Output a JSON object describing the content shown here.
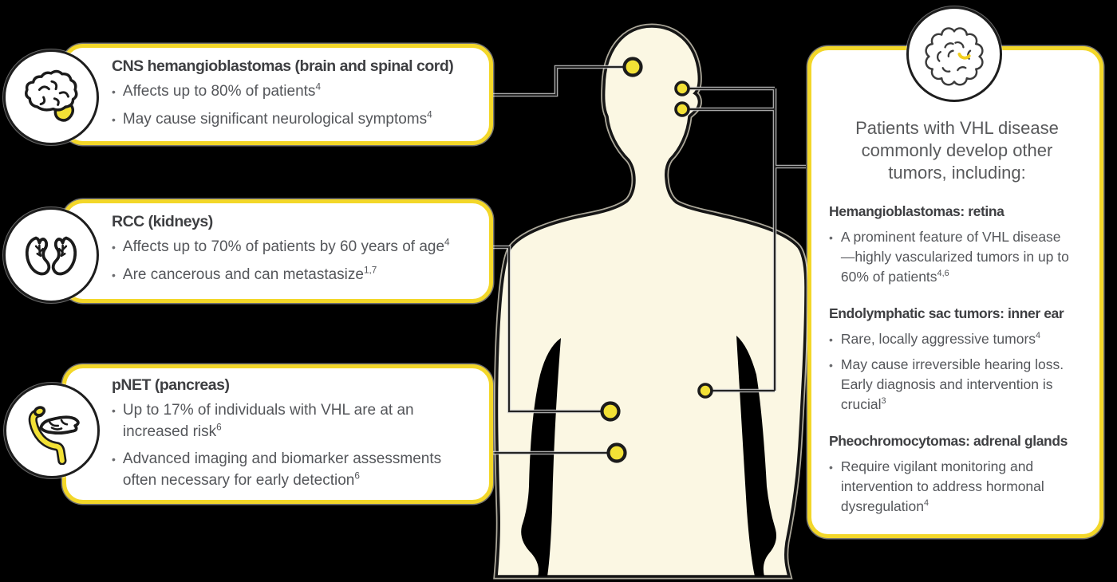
{
  "ui": {
    "bullet_glyph": "•"
  },
  "palette": {
    "yellow_border": "#F3D729",
    "marker_yellow": "#F2E136",
    "body_fill": "#FBF7E3",
    "title_color": "#3E3F42",
    "text_color": "#54565A",
    "heading_color": "#58595B",
    "line_color": "#2A2A2B",
    "background": "#000000"
  },
  "callouts": [
    {
      "id": "cns",
      "icon": "brain-icon",
      "title": "CNS hemangioblastomas (brain and spinal cord)",
      "bullets": [
        {
          "text": "Affects up to 80% of patients",
          "sup": "4"
        },
        {
          "text": "May cause significant neurological symptoms",
          "sup": "4"
        }
      ]
    },
    {
      "id": "rcc",
      "icon": "kidneys-icon",
      "title": "RCC (kidneys)",
      "bullets": [
        {
          "text": "Affects up to 70% of patients by 60 years of age",
          "sup": "4"
        },
        {
          "text": "Are cancerous and can metastasize",
          "sup": "1,7"
        }
      ]
    },
    {
      "id": "pnet",
      "icon": "pancreas-icon",
      "title": "pNET (pancreas)",
      "bullets": [
        {
          "text": "Up to 17% of individuals with VHL are at an increased risk",
          "sup": "6"
        },
        {
          "text": "Advanced imaging and biomarker assessments often necessary for early detection",
          "sup": "6"
        }
      ]
    }
  ],
  "side_panel": {
    "icon": "tumor-icon",
    "heading": "Patients with VHL disease commonly develop other tumors, including:",
    "sections": [
      {
        "title": "Hemangioblastomas: retina",
        "bullets": [
          {
            "text": "A prominent feature of VHL disease—highly vascularized tumors in up to 60% of patients",
            "sup": "4,6"
          }
        ]
      },
      {
        "title": "Endolymphatic sac tumors: inner ear",
        "bullets": [
          {
            "text": "Rare, locally aggressive tumors",
            "sup": "4"
          },
          {
            "text": "May cause irreversible hearing loss. Early diagnosis and intervention is crucial",
            "sup": "3"
          }
        ]
      },
      {
        "title": "Pheochromocytomas: adrenal glands",
        "bullets": [
          {
            "text": "Require vigilant monitoring and intervention to address hormonal dysregulation",
            "sup": "4"
          }
        ]
      }
    ]
  },
  "body_markers": [
    "brain",
    "retina",
    "inner-ear",
    "kidney",
    "pancreas",
    "adrenal-gland"
  ]
}
